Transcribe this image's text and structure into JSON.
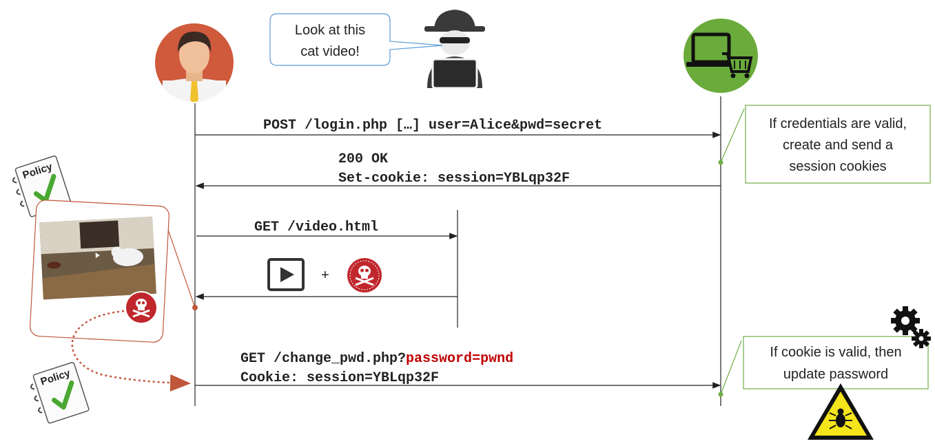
{
  "speech": {
    "line1": "Look at this",
    "line2": "cat video!"
  },
  "messages": {
    "login_request": "POST /login.php […] user=Alice&pwd=secret",
    "login_response_status": "200 OK",
    "login_response_cookie": "Set-cookie: session=YBLqp32F",
    "video_request": "GET /video.html",
    "video_response_plus": "+",
    "csrf_request_prefix": "GET /change_pwd.php?",
    "csrf_request_param": "password=pwnd",
    "csrf_request_cookie": "Cookie: session=YBLqp32F"
  },
  "notes": {
    "server_login": {
      "line1": "If credentials are valid,",
      "line2": "create and send a",
      "line3": "session cookies"
    },
    "server_change": {
      "line1": "If cookie is valid, then",
      "line2": "update password"
    }
  },
  "policy_label": "Policy",
  "colors": {
    "user_circle": "#cf5a3c",
    "server_circle": "#6aab3c",
    "skull_red": "#c0272d",
    "note_border": "#70ad47",
    "warning_yellow": "#f5e51b",
    "csrf_red": "#c00000",
    "attack_path": "#c0563a"
  },
  "icons": {
    "user": "user-avatar-icon",
    "attacker": "hacker-icon",
    "server": "shop-server-icon",
    "play": "play-icon",
    "skull": "skull-icon",
    "policy": "policy-notebook-icon",
    "gears": "gears-icon",
    "bug_warning": "bug-warning-icon"
  }
}
